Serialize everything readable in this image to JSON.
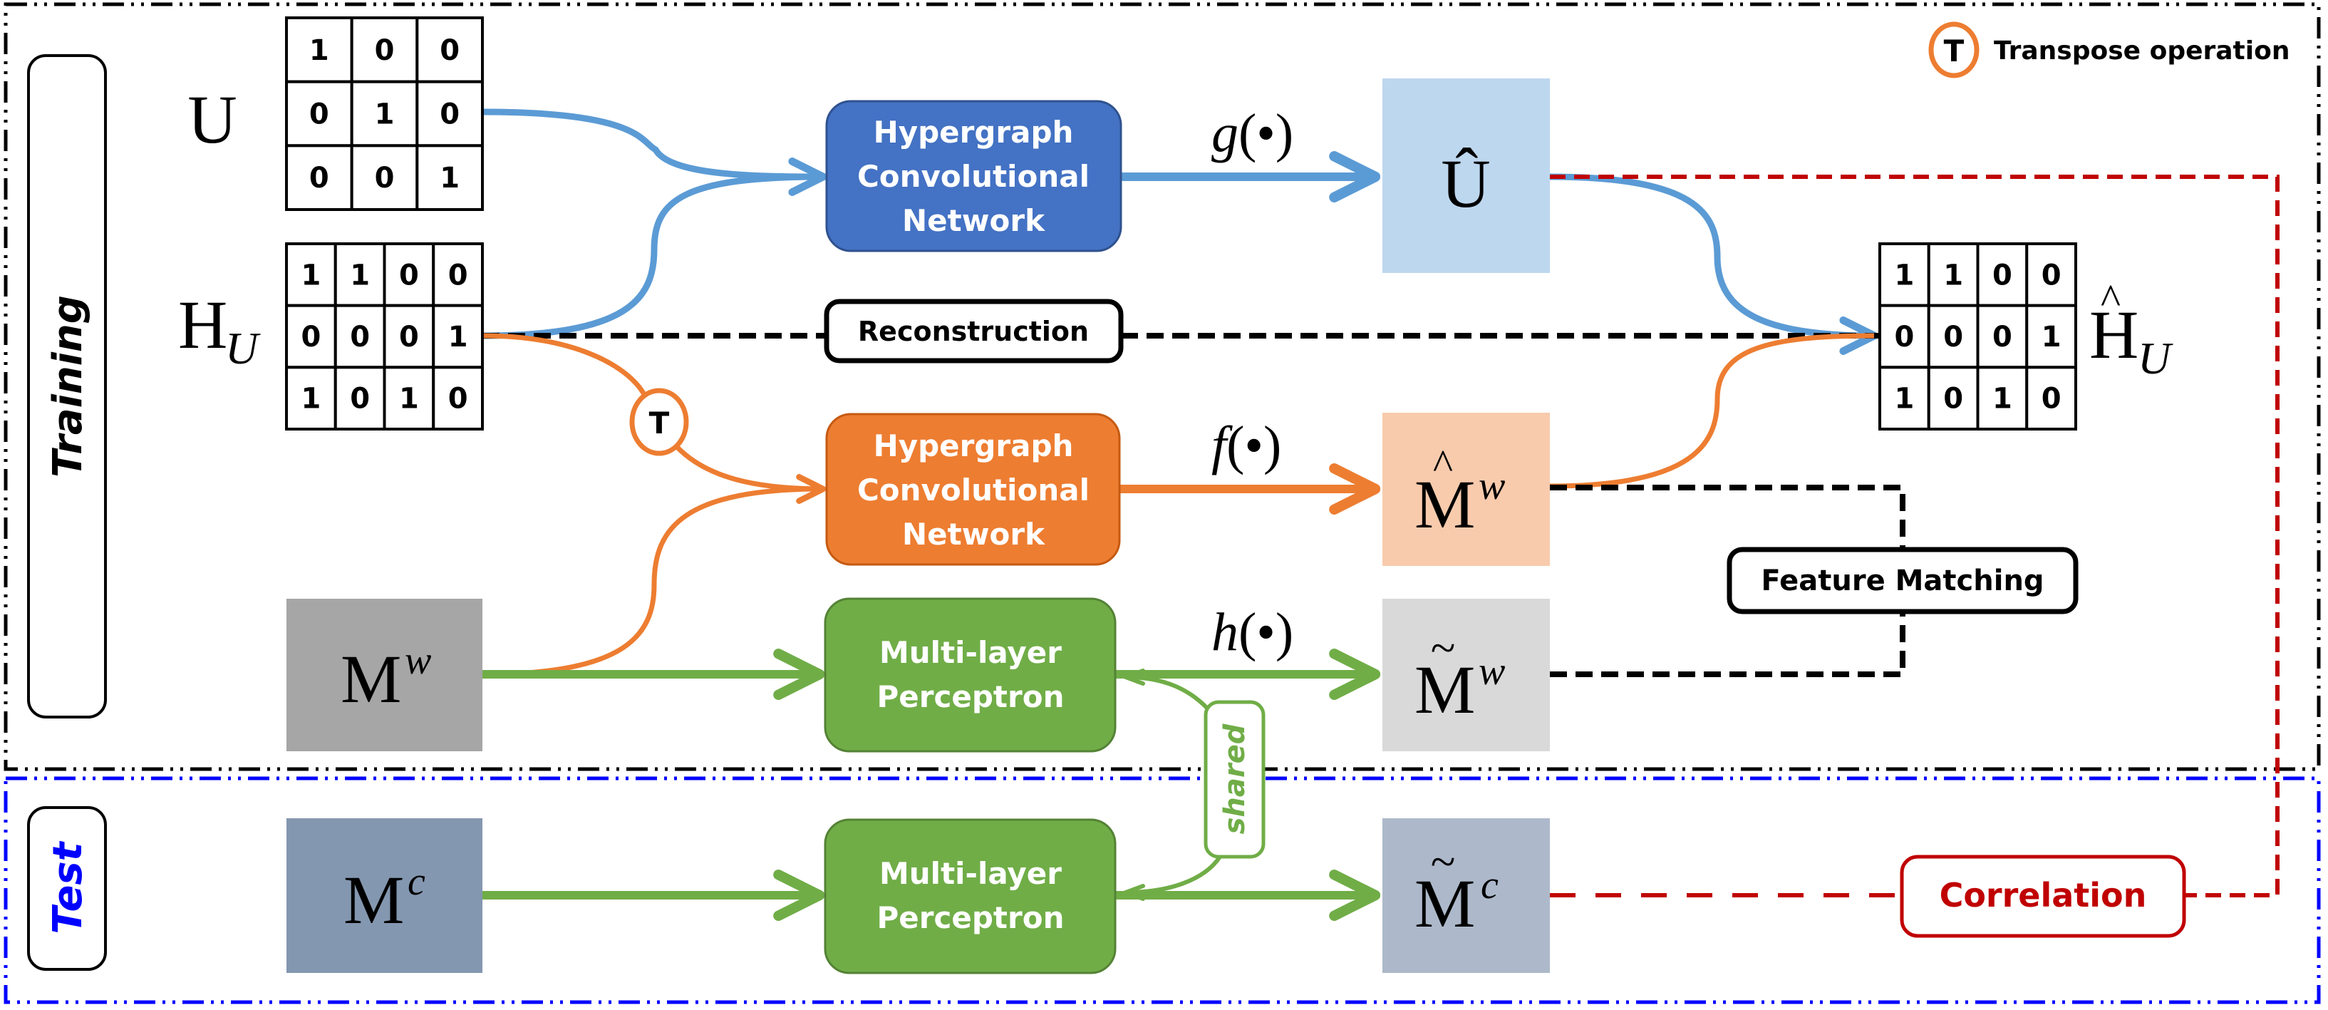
{
  "legend": {
    "symbol": "T",
    "label": "Transpose operation"
  },
  "phases": {
    "training": "Training",
    "test": "Test"
  },
  "inputs": {
    "U": {
      "symbol": "U",
      "matrix": [
        [
          1,
          0,
          0
        ],
        [
          0,
          1,
          0
        ],
        [
          0,
          0,
          1
        ]
      ]
    },
    "H_U": {
      "symbol": "H",
      "subscript": "U",
      "matrix": [
        [
          1,
          1,
          0,
          0
        ],
        [
          0,
          0,
          0,
          1
        ],
        [
          1,
          0,
          1,
          0
        ]
      ]
    },
    "M_w": {
      "symbol": "M",
      "superscript": "w"
    },
    "M_c": {
      "symbol": "M",
      "superscript": "c"
    }
  },
  "modules": {
    "hcn_user": {
      "lines": [
        "Hypergraph",
        "Convolutional",
        "Network"
      ]
    },
    "hcn_item": {
      "lines": [
        "Hypergraph",
        "Convolutional",
        "Network"
      ]
    },
    "mlp_train": {
      "lines": [
        "Multi-layer",
        "Perceptron"
      ]
    },
    "mlp_test": {
      "lines": [
        "Multi-layer",
        "Perceptron"
      ]
    }
  },
  "functions": {
    "g": "g",
    "f": "f",
    "h": "h",
    "arg": "(•)"
  },
  "outputs": {
    "U_hat": {
      "symbol": "Û"
    },
    "M_hat_w": {
      "symbol": "M",
      "accent": "^",
      "superscript": "w"
    },
    "M_tilde_w": {
      "symbol": "M",
      "accent": "~",
      "superscript": "w"
    },
    "M_tilde_c": {
      "symbol": "M",
      "accent": "~",
      "superscript": "c"
    },
    "H_hat_U": {
      "symbol": "H",
      "accent": "^",
      "subscript": "U",
      "matrix": [
        [
          1,
          1,
          0,
          0
        ],
        [
          0,
          0,
          0,
          1
        ],
        [
          1,
          0,
          1,
          0
        ]
      ]
    }
  },
  "losses": {
    "reconstruction": "Reconstruction",
    "feature_matching": "Feature Matching",
    "correlation": "Correlation"
  },
  "shared_label": "shared",
  "transpose_symbol": "T",
  "colors": {
    "blue_module": "#4472c4",
    "blue_arrow": "#5b9bd5",
    "orange": "#ed7d31",
    "green": "#70ad47",
    "u_hat_fill": "#bdd7ee",
    "m_hat_fill": "#f8cbad",
    "m_tilde_w_fill": "#d9d9d9",
    "m_w_fill": "#a6a6a6",
    "m_c_fill": "#8497b0",
    "m_tilde_c_fill": "#adb9ca",
    "correlation_red": "#c00000",
    "test_blue": "#0000ff"
  }
}
